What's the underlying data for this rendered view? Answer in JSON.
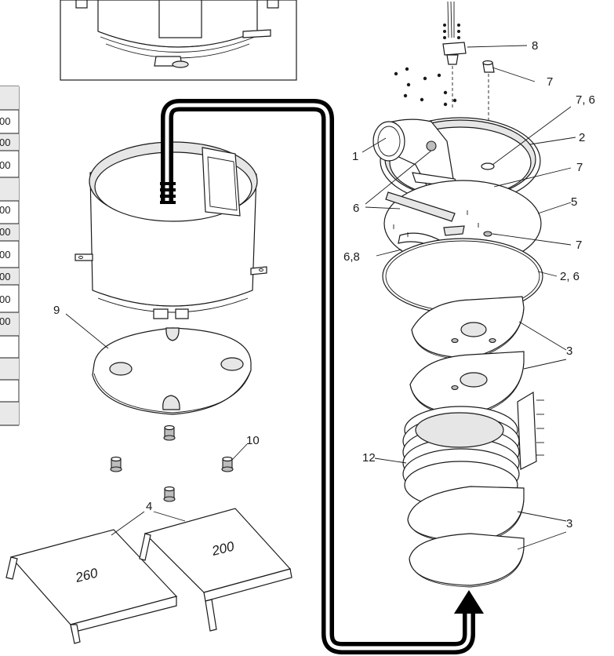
{
  "table": {
    "cells": [
      "00",
      "00",
      "00",
      "",
      "00",
      "00",
      "00",
      "00",
      "00",
      "00",
      "",
      "",
      "",
      "",
      ""
    ]
  },
  "plates": {
    "left": "260",
    "right": "200"
  },
  "callouts": {
    "c1": "1",
    "c2a": "2",
    "c2b": "2, 6",
    "c3a": "3",
    "c3b": "3",
    "c3c": "3",
    "c4": "4",
    "c5": "5",
    "c6": "6",
    "c68": "6,8",
    "c7a": "7",
    "c7b": "7, 6",
    "c7c": "7",
    "c7d": "7",
    "c8": "8",
    "c9": "9",
    "c10": "10",
    "c12": "12"
  },
  "colors": {
    "line": "#1a1a1a",
    "hose": "#000000",
    "shade": "#e6e6e6"
  }
}
